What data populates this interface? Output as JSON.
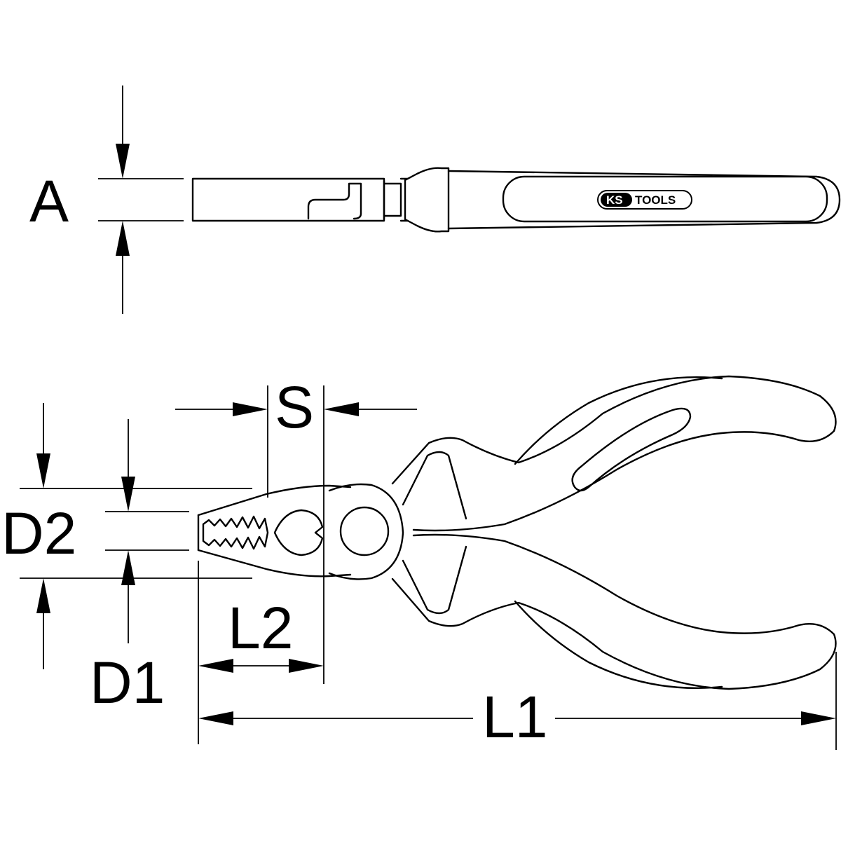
{
  "labels": {
    "a": "A",
    "s": "S",
    "d2": "D2",
    "d1": "D1",
    "l2": "L2",
    "l1": "L1"
  },
  "logo": {
    "ks": "KS",
    "tools": "TOOLS"
  }
}
